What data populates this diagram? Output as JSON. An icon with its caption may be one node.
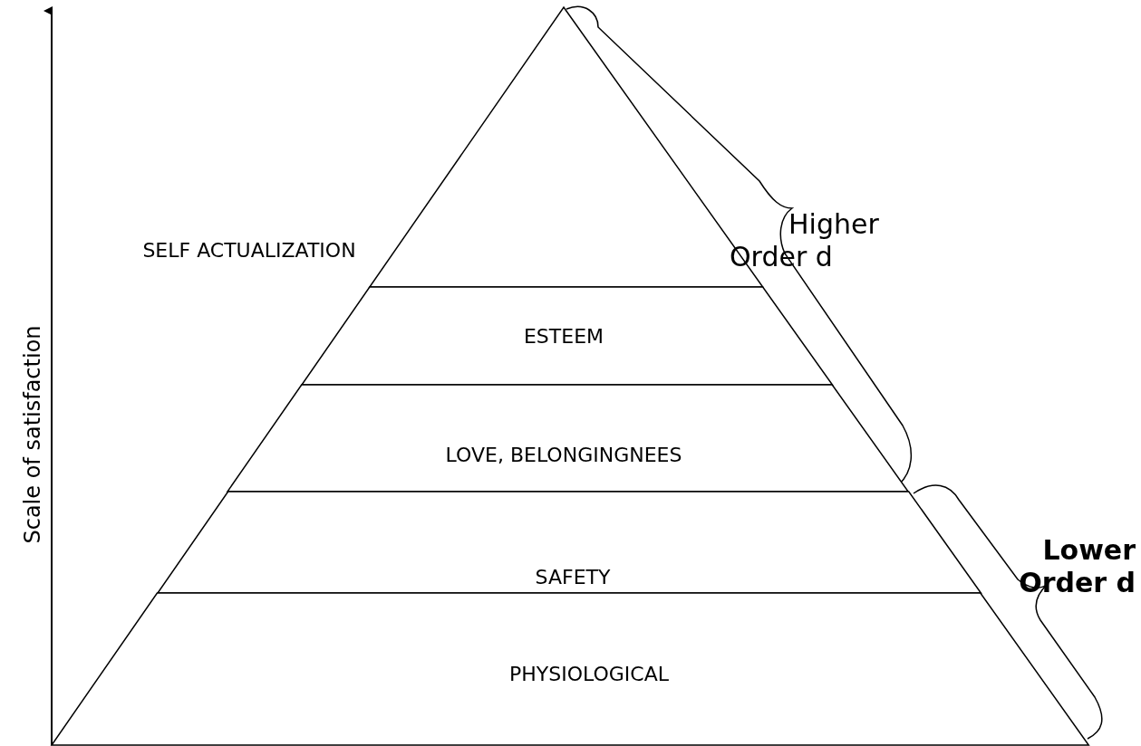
{
  "diagram": {
    "nodes": [
      {
        "text": [
          "SELF ACTUALIZATION"
        ]
      },
      {
        "text": [
          "ESTEEM"
        ]
      },
      {
        "text": [
          "LOVE, BELONGINGNEES"
        ]
      },
      {
        "text": [
          "SAFETY"
        ]
      },
      {
        "text": [
          "PHYSIOLOGICAL"
        ]
      }
    ],
    "edges": [],
    "labels": [
      "Higher Order d",
      "Lower Order d",
      "Scale of satisfaction"
    ]
  }
}
